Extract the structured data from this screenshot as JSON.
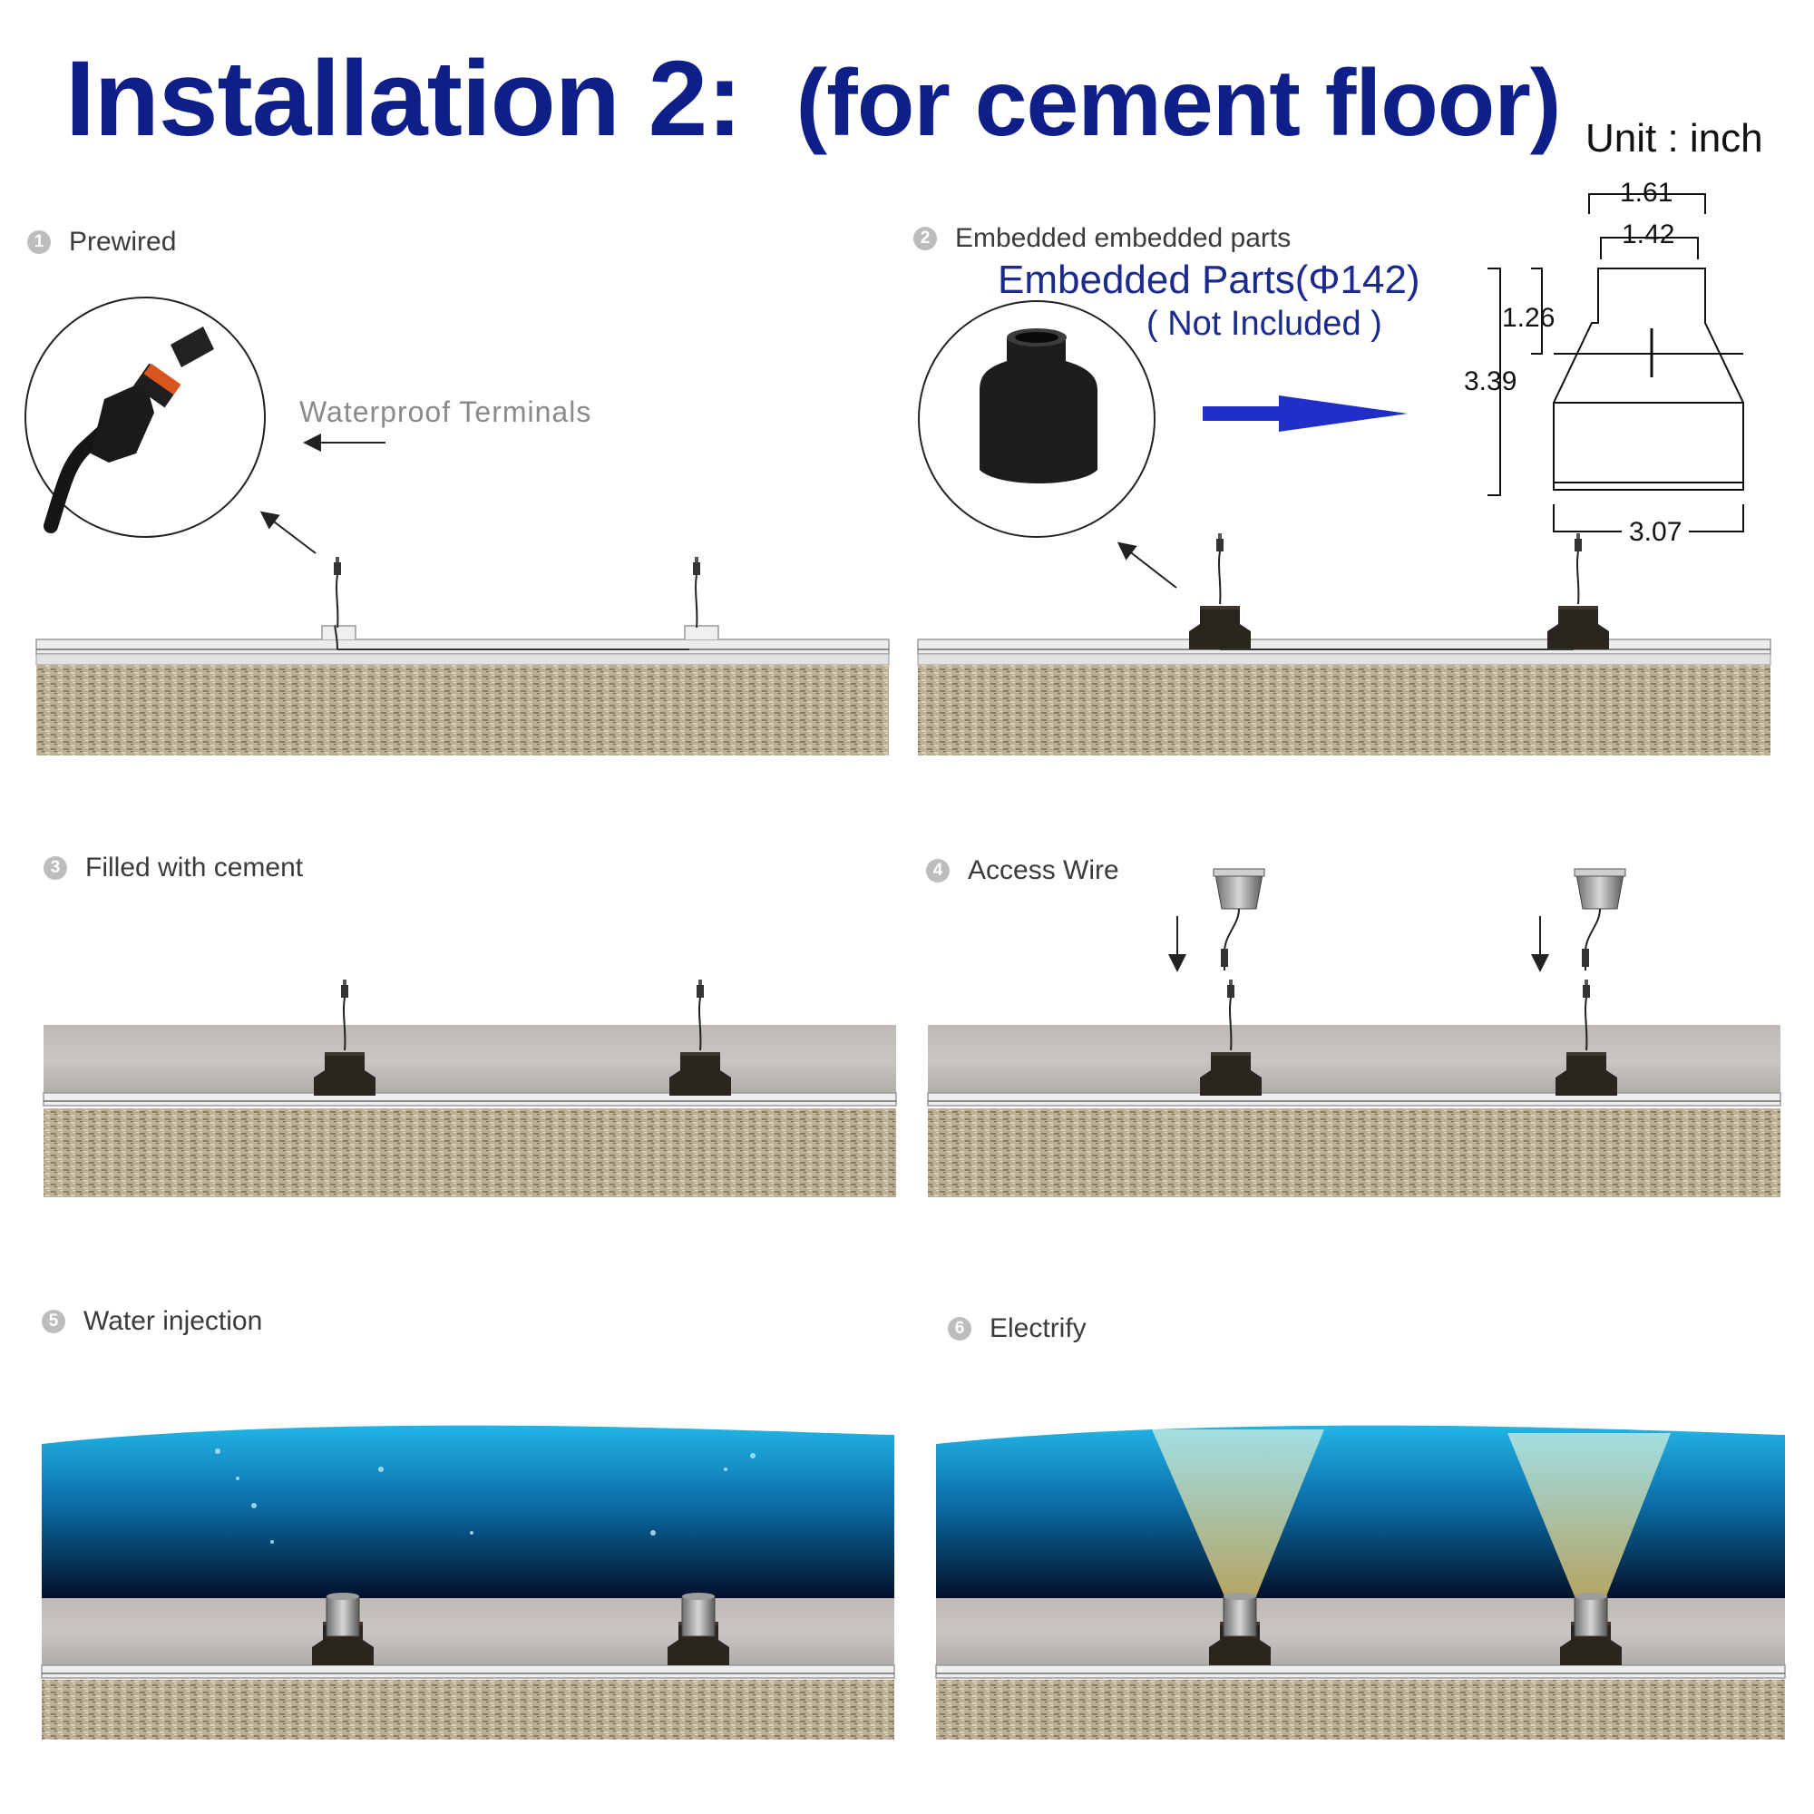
{
  "header": {
    "title": "Installation 2:",
    "subtitle": "(for cement floor)",
    "unit": "Unit : inch"
  },
  "steps": [
    {
      "number": "1",
      "label": "Prewired"
    },
    {
      "number": "2",
      "label": "Embedded embedded parts"
    },
    {
      "number": "3",
      "label": "Filled with cement"
    },
    {
      "number": "4",
      "label": "Access Wire"
    },
    {
      "number": "5",
      "label": "Water injection"
    },
    {
      "number": "6",
      "label": "Electrify"
    }
  ],
  "callouts": {
    "waterproof": "Waterproof Terminals",
    "embedded_parts": "Embedded Parts(Φ142)",
    "not_included": "( Not Included )"
  },
  "dimensions": {
    "top_outer": "1.61",
    "top_inner": "1.42",
    "neck_height": "1.26",
    "total_height": "3.39",
    "base_width": "3.07"
  },
  "colors": {
    "title": "#0e1f8a",
    "arrow": "#1f2fc8",
    "water_top": "#1aa6d8",
    "water_bottom": "#03122c",
    "concrete": "#b9b6b0",
    "soil": "#b8ab94",
    "fitting": "#2b2520"
  }
}
